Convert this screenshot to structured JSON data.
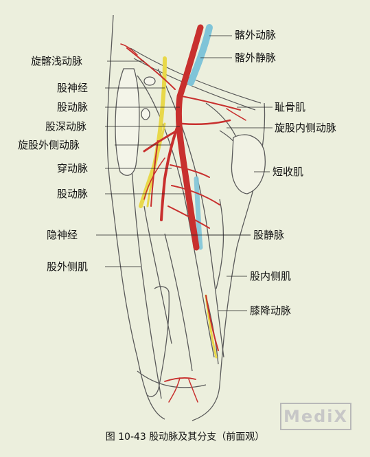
{
  "labels": {
    "ilio_ext_artery": "髂外动脉",
    "ilio_ext_vein": "髂外静脉",
    "superficial_circumflex": "旋髂浅动脉",
    "femoral_nerve": "股神经",
    "femoral_artery_top": "股动脉",
    "pectineus": "耻骨肌",
    "deep_femoral": "股深动脉",
    "medial_circumflex": "旋股内侧动脉",
    "lateral_circumflex": "旋股外侧动脉",
    "perforating": "穿动脉",
    "adductor_brevis": "短收肌",
    "femoral_artery_mid": "股动脉",
    "saphenous_nerve": "隐神经",
    "femoral_vein": "股静脉",
    "vastus_lateralis": "股外侧肌",
    "vastus_medialis": "股内侧肌",
    "descending_genicular": "膝降动脉"
  },
  "caption": "图 10-43  股动脉及其分支（前面观）",
  "watermark": "MediX",
  "colors": {
    "artery": "#c8302e",
    "vein": "#7fc4d8",
    "nerve": "#e8d84a",
    "muscle_line": "#5a5a5a",
    "background": "#ecefdd"
  }
}
